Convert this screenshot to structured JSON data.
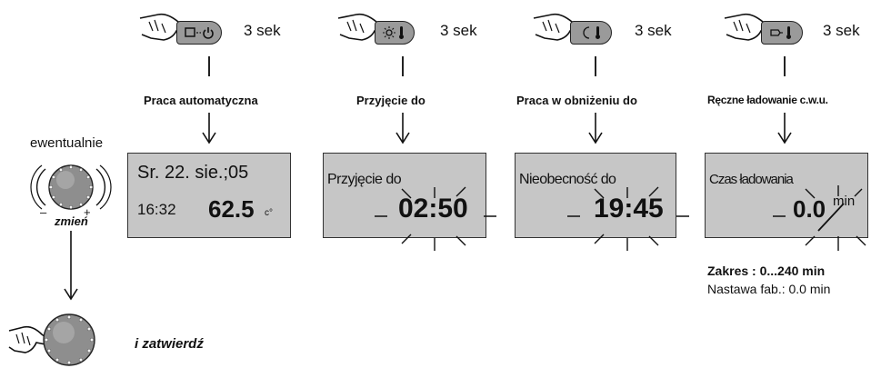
{
  "steps": [
    {
      "button_icon": "standby-power-icon",
      "hold_label": "3 sek",
      "heading": "Praca automatyczna",
      "display": {
        "line1": "Sr. 22. sie.;05",
        "time": "16:32",
        "temp": "62.5",
        "unit": "c°"
      }
    },
    {
      "button_icon": "sun-thermometer-icon",
      "hold_label": "3 sek",
      "heading": "Przyjęcie do",
      "display": {
        "label": "Przyjęcie do",
        "value": "02:50"
      }
    },
    {
      "button_icon": "moon-thermometer-icon",
      "hold_label": "3 sek",
      "heading": "Praca w obniżeniu do",
      "display": {
        "label": "Nieobecność do",
        "value": "19:45"
      }
    },
    {
      "button_icon": "tap-thermometer-icon",
      "hold_label": "3 sek",
      "heading": "Ręczne ładowanie c.w.u.",
      "display": {
        "label": "Czas ładowania",
        "value": "0.0",
        "unit": "min"
      },
      "range_label": "Zakres : 0...240 min",
      "factory_label": "Nastawa fab.: 0.0 min"
    }
  ],
  "knob": {
    "hint": "ewentualnie",
    "action": "zmień",
    "minus": "–",
    "plus": "+"
  },
  "confirm": "i zatwierdź"
}
